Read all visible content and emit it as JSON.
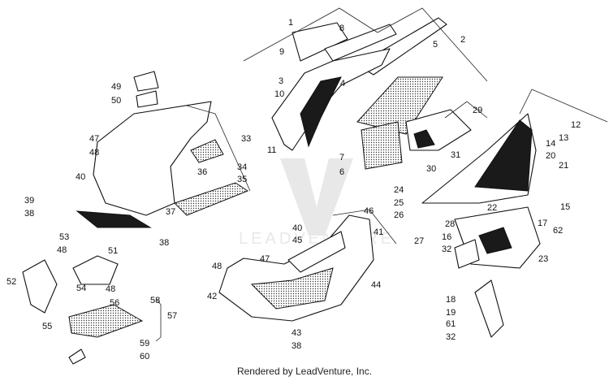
{
  "watermark": "LEADVENTURE",
  "footer": "Rendered by LeadVenture, Inc.",
  "callouts": [
    "1",
    "2",
    "3",
    "4",
    "5",
    "6",
    "7",
    "8",
    "9",
    "10",
    "11",
    "12",
    "13",
    "14",
    "15",
    "16",
    "17",
    "18",
    "19",
    "20",
    "21",
    "22",
    "23",
    "24",
    "25",
    "26",
    "27",
    "28",
    "29",
    "30",
    "31",
    "32",
    "33",
    "34",
    "35",
    "36",
    "37",
    "38",
    "39",
    "40",
    "41",
    "42",
    "43",
    "44",
    "45",
    "46",
    "47",
    "48",
    "49",
    "50",
    "51",
    "52",
    "53",
    "54",
    "55",
    "56",
    "57",
    "58",
    "59",
    "60",
    "61",
    "62"
  ],
  "colors": {
    "line": "#111111",
    "fill": "#ffffff",
    "watermark": "#e8e8e8"
  }
}
